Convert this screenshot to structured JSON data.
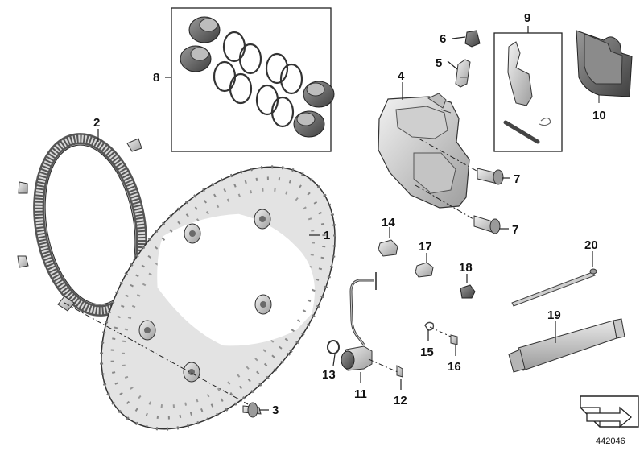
{
  "callouts": {
    "n1": "1",
    "n2": "2",
    "n3": "3",
    "n4": "4",
    "n5": "5",
    "n6": "6",
    "n7a": "7",
    "n7b": "7",
    "n8": "8",
    "n9": "9",
    "n10": "10",
    "n11": "11",
    "n12": "12",
    "n13": "13",
    "n14": "14",
    "n15": "15",
    "n16": "16",
    "n17": "17",
    "n18": "18",
    "n19": "19",
    "n20": "20"
  },
  "reference_number": "442046",
  "icons": {
    "disc": "brake-disc-icon",
    "ring": "abs-sensor-ring-icon",
    "caliper": "brake-caliper-icon",
    "pads": "brake-pads-icon",
    "tube": "grease-tube-icon",
    "tie": "cable-tie-icon",
    "sensor": "wheel-speed-sensor-icon",
    "nav": "paper-corner-arrow-icon"
  },
  "colors": {
    "line": "#222222",
    "part_light": "#d6d6d6",
    "part_mid": "#a9a9a9",
    "part_dark": "#555555"
  }
}
